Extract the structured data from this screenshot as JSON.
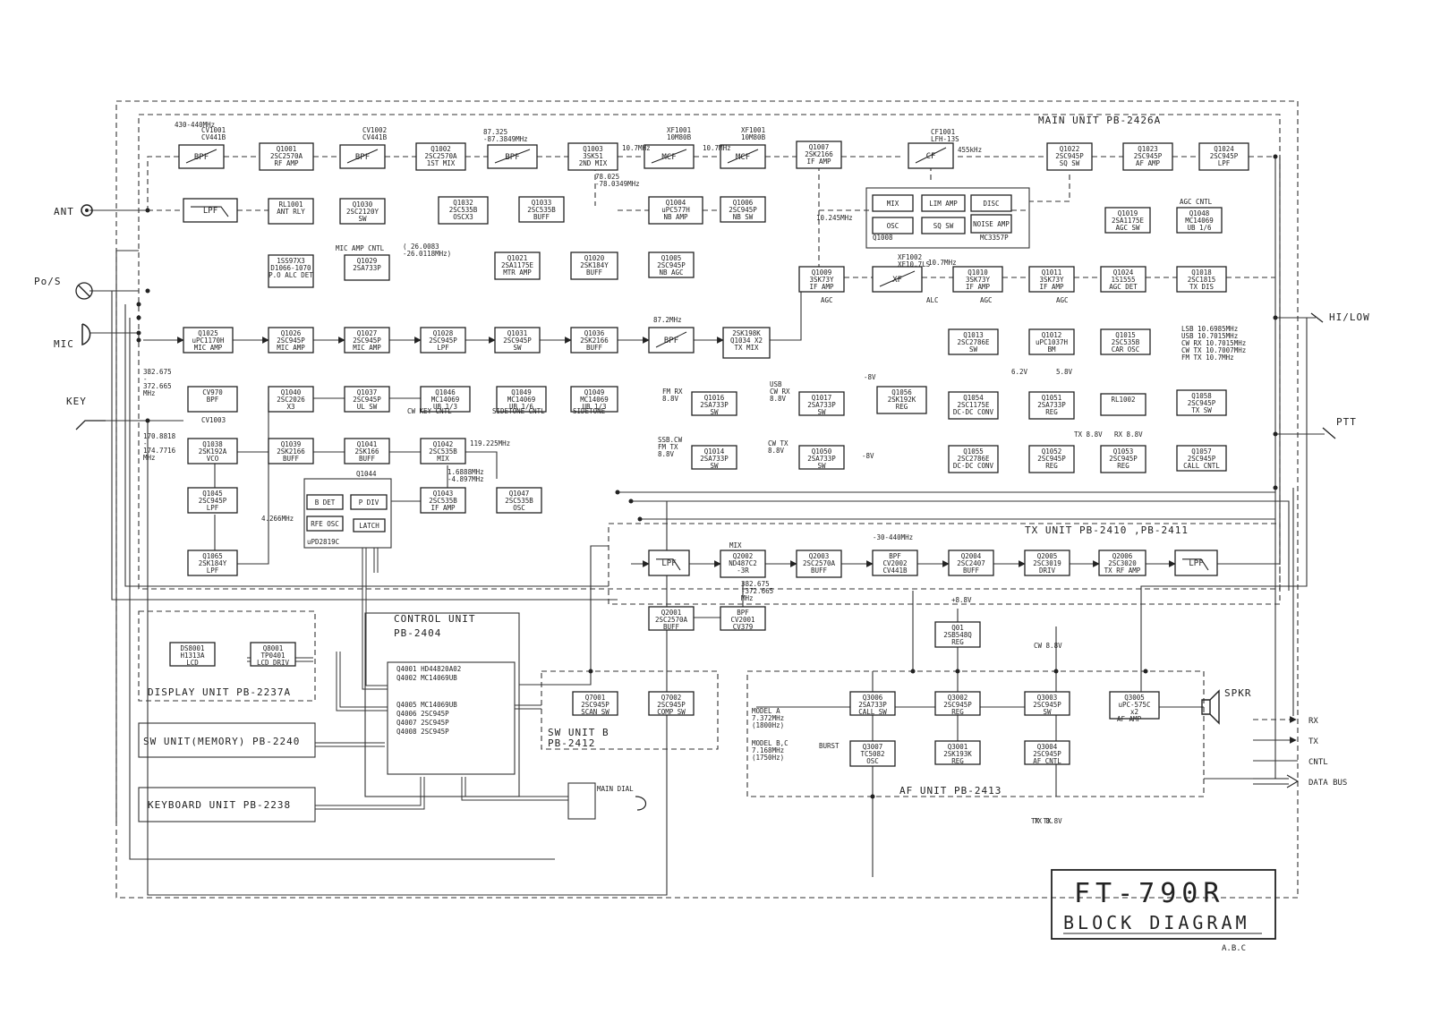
{
  "blocks": [
    {
      "label": "BPF",
      "sub": ""
    },
    {
      "label": "Q1001",
      "sub": "2SC2570A\nRF AMP"
    },
    {
      "label": "BPF",
      "sub": ""
    },
    {
      "label": "Q1002",
      "sub": "2SC2570A\n1ST MIX"
    },
    {
      "label": "BPF",
      "sub": ""
    },
    {
      "label": "Q1003",
      "sub": "3SK51\n2ND MIX"
    },
    {
      "label": "MCF",
      "sub": ""
    },
    {
      "label": "MCF",
      "sub": ""
    },
    {
      "label": "Q1007",
      "sub": "2SK2166\nIF AMP"
    },
    {
      "label": "CF",
      "sub": ""
    },
    {
      "label": "Q1022",
      "sub": "2SC945P\nSQ SW"
    },
    {
      "label": "Q1023",
      "sub": "2SC945P\nAF AMP"
    },
    {
      "label": "Q1024",
      "sub": "2SC945P\nLPF"
    },
    {
      "label": "LPF",
      "sub": ""
    },
    {
      "label": "RL1001",
      "sub": "ANT RLY"
    },
    {
      "label": "Q1030",
      "sub": "2SC2120Y\nSW"
    },
    {
      "label": "Q1032",
      "sub": "2SC535B\nOSCX3"
    },
    {
      "label": "Q1033",
      "sub": "2SC535B\nBUFF"
    },
    {
      "label": "Q1004",
      "sub": "uPC577H\nNB AMP"
    },
    {
      "label": "Q1006",
      "sub": "2SC945P\nNB SW"
    },
    {
      "label": "Q1019",
      "sub": "2SA1175E\nAGC SW"
    },
    {
      "label": "Q1048",
      "sub": "MC14069\nUB 1/6"
    },
    {
      "label": "1SS97X3",
      "sub": "D1066-1070\nP.O ALC DET"
    },
    {
      "label": "Q1029",
      "sub": "2SA733P"
    },
    {
      "label": "Q1021",
      "sub": "2SA1175E\nMTR AMP"
    },
    {
      "label": "Q1020",
      "sub": "2SK184Y\nBUFF"
    },
    {
      "label": "Q1005",
      "sub": "2SC945P\nNB AGC"
    },
    {
      "label": "Q1009",
      "sub": "3SK73Y\nIF AMP"
    },
    {
      "label": "XF",
      "sub": ""
    },
    {
      "label": "Q1010",
      "sub": "3SK73Y\nIF AMP"
    },
    {
      "label": "Q1011",
      "sub": "3SK73Y\nIF AMP"
    },
    {
      "label": "Q1024",
      "sub": "1S1555\nAGC DET"
    },
    {
      "label": "Q1018",
      "sub": "2SC1815\nTX DIS"
    },
    {
      "label": "Q1025",
      "sub": "uPC1170H\nMIC AMP"
    },
    {
      "label": "Q1026",
      "sub": "2SC945P\nMIC AMP"
    },
    {
      "label": "Q1027",
      "sub": "2SC945P\nMIC AMP"
    },
    {
      "label": "Q1028",
      "sub": "2SC945P\nLPF"
    },
    {
      "label": "Q1031",
      "sub": "2SC945P\nSW"
    },
    {
      "label": "Q1036",
      "sub": "2SK2166\nBUFF"
    },
    {
      "label": "BPF",
      "sub": ""
    },
    {
      "label": "2SK198K",
      "sub": "Q1034 X2\nTX MIX"
    },
    {
      "label": "Q1013",
      "sub": "2SC2786E\nSW"
    },
    {
      "label": "Q1012",
      "sub": "uPC1037H\nBM"
    },
    {
      "label": "Q1015",
      "sub": "2SC535B\nCAR OSC"
    },
    {
      "label": "CV970",
      "sub": "BPF"
    },
    {
      "label": "Q1040",
      "sub": "2SC2026\nX3"
    },
    {
      "label": "Q1037",
      "sub": "2SC945P\nUL SW"
    },
    {
      "label": "Q1046",
      "sub": "MC14069\nUB 1/3"
    },
    {
      "label": "Q1049",
      "sub": "MC14069\nUB 1/6"
    },
    {
      "label": "Q1049",
      "sub": "MC14069\nUB 1/3"
    },
    {
      "label": "Q1016",
      "sub": "2SA733P\nSW"
    },
    {
      "label": "Q1017",
      "sub": "2SA733P\nSW"
    },
    {
      "label": "Q1056",
      "sub": "2SK192K\nREG"
    },
    {
      "label": "Q1054",
      "sub": "2SC1175E\nDC-DC CONV"
    },
    {
      "label": "Q1051",
      "sub": "2SA733P\nREG"
    },
    {
      "label": "RL1002",
      "sub": ""
    },
    {
      "label": "Q1058",
      "sub": "2SC945P\nTX SW"
    },
    {
      "label": "Q1038",
      "sub": "2SK192A\nVCO"
    },
    {
      "label": "Q1039",
      "sub": "2SK2166\nBUFF"
    },
    {
      "label": "Q1041",
      "sub": "2SK166\nBUFF"
    },
    {
      "label": "Q1042",
      "sub": "2SC535B\nMIX"
    },
    {
      "label": "Q1014",
      "sub": "2SA733P\nSW"
    },
    {
      "label": "Q1050",
      "sub": "2SA733P\nSW"
    },
    {
      "label": "Q1055",
      "sub": "2SC2786E\nDC-DC CONV"
    },
    {
      "label": "Q1052",
      "sub": "2SC945P\nREG"
    },
    {
      "label": "Q1053",
      "sub": "2SC945P\nREG"
    },
    {
      "label": "Q1057",
      "sub": "2SC945P\nCALL CNTL"
    },
    {
      "label": "Q1045",
      "sub": "2SC945P\nLPF"
    },
    {
      "label": "Q1043",
      "sub": "2SC535B\nIF AMP"
    },
    {
      "label": "Q1047",
      "sub": "2SC535B\nOSC"
    },
    {
      "label": "Q1065",
      "sub": "2SK184Y\nLPF"
    },
    {
      "label": "LPF",
      "sub": ""
    },
    {
      "label": "Q2002",
      "sub": "ND487C2\n-3R"
    },
    {
      "label": "Q2003",
      "sub": "2SC2570A\nBUFF"
    },
    {
      "label": "BPF",
      "sub": "CV2002\nCV441B"
    },
    {
      "label": "Q2004",
      "sub": "2SC2407\nBUFF"
    },
    {
      "label": "Q2005",
      "sub": "2SC3019\nDRIV"
    },
    {
      "label": "Q2006",
      "sub": "2SC3020\nTX RF AMP"
    },
    {
      "label": "LPF",
      "sub": ""
    },
    {
      "label": "Q2001",
      "sub": "2SC2570A\nBUFF"
    },
    {
      "label": "BPF",
      "sub": "CV2001\nCV379"
    },
    {
      "label": "DS8001",
      "sub": "H1313A\nLCD"
    },
    {
      "label": "Q8001",
      "sub": "TP0401\nLCD DRIV"
    },
    {
      "label": "Q01",
      "sub": "2SB548Q\nREG"
    },
    {
      "label": "Q7001",
      "sub": "2SC945P\nSCAN SW"
    },
    {
      "label": "Q7002",
      "sub": "2SC945P\nCOMP SW"
    },
    {
      "label": "Q3006",
      "sub": "2SA733P\nCALL SW"
    },
    {
      "label": "Q3002",
      "sub": "2SC945P\nREG"
    },
    {
      "label": "Q3003",
      "sub": "2SC945P\nSW"
    },
    {
      "label": "Q3005",
      "sub": "uPC-575C\nx2"
    },
    {
      "label": "Q3007",
      "sub": "TC5082\nOSC"
    },
    {
      "label": "Q3001",
      "sub": "2SK193K\nREG"
    },
    {
      "label": "Q3004",
      "sub": "2SC945P\nAF CNTL"
    }
  ],
  "extra_blocks": [
    {
      "label": "MIX"
    },
    {
      "label": "LIM AMP"
    },
    {
      "label": "DISC"
    },
    {
      "label": "OSC"
    },
    {
      "label": "SQ SW"
    },
    {
      "label": "NOISE AMP"
    },
    {
      "label": "B DET"
    },
    {
      "label": "P DIV"
    },
    {
      "label": "RFE OSC"
    },
    {
      "label": "LATCH"
    }
  ],
  "component_labels": [
    "CV1001\nCV441B",
    "CV1002\nCV441B",
    "XF1001\n10M80B",
    "XF1001\n10M80B",
    "CF1001\nLFH-13S",
    "XF1002\nXF10.7LS",
    "Q1008",
    "MC3357P",
    "Q1044",
    "uPD2819C",
    "CV1003",
    "AGC CNTL"
  ],
  "unit_labels": {
    "main": "MAIN UNIT   PB-2426A",
    "tx": "TX UNIT   PB-2410 ,PB-2411",
    "control": "CONTROL UNIT\nPB-2404",
    "display": "DISPLAY UNIT PB-2237A",
    "sw_memory": "SW UNIT(MEMORY) PB-2240",
    "keyboard": "KEYBOARD UNIT PB-2238",
    "sw_b": "SW UNIT B\nPB-2412",
    "af": "AF UNIT   PB-2413"
  },
  "control_unit_parts": [
    "Q4001  HD44820A02",
    "Q4002  MC14069UB",
    "Q4005  MC14069UB",
    "Q4006  2SC945P",
    "Q4007  2SC945P",
    "Q4008  2SC945P"
  ],
  "ports": {
    "ant": "ANT",
    "po_s": "Po/S",
    "mic": "MIC",
    "key": "KEY",
    "hi_low": "HI/LOW",
    "ptt": "PTT",
    "spkr": "SPKR",
    "main_dial": "MAIN DIAL"
  },
  "annotations": [
    "430-440MHz",
    "87.325\n-87.3849MHz",
    "10.7MHz",
    "10.7MHz",
    "455kHz",
    "78.025\n-78.0349MHz",
    "10.245MHz",
    "MIC AMP CNTL",
    "( 26.0083\n-26.0118MHz)",
    "10.7MHz",
    "ALC",
    "AGC",
    "AGC",
    "AGC",
    "87.2MHz",
    "LSB 10.6985MHz\nUSB 10.7015MHz\nCW RX 10.7015MHz\nCW TX 10.7007MHz\nFM TX 10.7MHz",
    "382.675\n-\n372.665\nMHz",
    "SIDETONE CNTL",
    "SIDETONE",
    "CW KEY CNTL",
    "FM RX\n8.8V",
    "USB\nCW RX\n8.8V",
    "SSB.CW\nFM TX\n8.8V",
    "CW TX\n8.8V",
    "-8V",
    "6.2V",
    "5.8V",
    "-8V",
    "TX 8.8V",
    "RX 8.8V",
    "170.8818\n-\n174.7716\nMHz",
    "119.225MHz",
    "1.6888MHz\n-4.897MHz",
    "4.266MHz",
    "MIX",
    "-30-440MHz",
    "382.675\n-372.665\nMHz",
    "+8.8V",
    "CW 8.8V",
    "TX 8.8V",
    "MODEL A\n7.372MHz\n(1800Hz)",
    "MODEL B,C\n7.168MHz\n(1750Hz)",
    "BURST",
    "AF AMP",
    "TX TX"
  ],
  "legend": [
    {
      "style": "dash",
      "label": "RX"
    },
    {
      "style": "arrow",
      "label": "TX"
    },
    {
      "style": "line",
      "label": "CNTL"
    },
    {
      "style": "double",
      "label": "DATA BUS"
    }
  ],
  "title": {
    "main": "FT-790R",
    "sub": "BLOCK DIAGRAM",
    "models": "A.B.C"
  }
}
